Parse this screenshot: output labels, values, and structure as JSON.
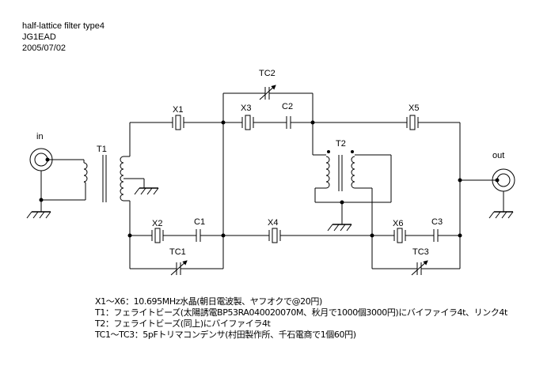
{
  "header": {
    "title": "half-lattice filter type4",
    "author": "JG1EAD",
    "date": "2005/07/02"
  },
  "labels": {
    "in": "in",
    "out": "out",
    "t1": "T1",
    "t2": "T2",
    "x1": "X1",
    "x2": "X2",
    "x3": "X3",
    "x4": "X4",
    "x5": "X5",
    "x6": "X6",
    "c1": "C1",
    "c2": "C2",
    "c3": "C3",
    "tc1": "TC1",
    "tc2": "TC2",
    "tc3": "TC3"
  },
  "notes": [
    "X1～X6：10.695MHz水晶(朝日電波製、ヤフオクで@20円)",
    "T1：フェライトビーズ(太陽誘電BP53RA040020070M、秋月で1000個3000円)にバイファイラ4t、リンク4t",
    "T2：フェライトビーズ(同上)にバイファイラ4t",
    "TC1～TC3：5pFトリマコンデンサ(村田製作所、千石電商で1個60円)"
  ]
}
